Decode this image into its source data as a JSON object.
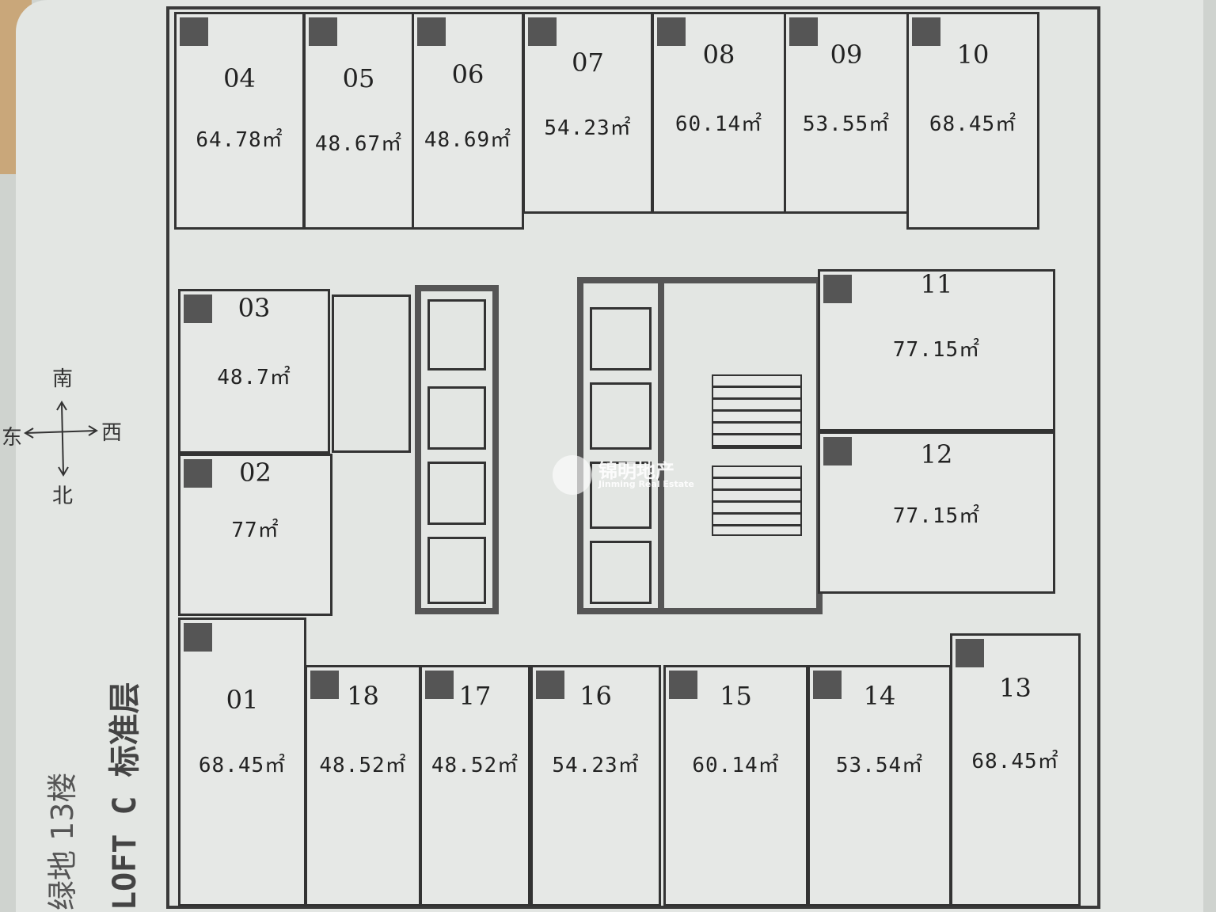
{
  "title": {
    "print": "LOFT C 标准层",
    "handwritten": "绿地 13楼"
  },
  "compass": {
    "south": "南",
    "north": "北",
    "east": "东",
    "west": "西"
  },
  "watermark": {
    "cn": "锦明地产",
    "en": "Jinming Real Estate"
  },
  "units": [
    {
      "id": "04",
      "area": "64.78㎡"
    },
    {
      "id": "05",
      "area": "48.67㎡"
    },
    {
      "id": "06",
      "area": "48.69㎡"
    },
    {
      "id": "07",
      "area": "54.23㎡"
    },
    {
      "id": "08",
      "area": "60.14㎡"
    },
    {
      "id": "09",
      "area": "53.55㎡"
    },
    {
      "id": "10",
      "area": "68.45㎡"
    },
    {
      "id": "03",
      "area": "48.7㎡"
    },
    {
      "id": "02",
      "area": "77㎡"
    },
    {
      "id": "11",
      "area": "77.15㎡"
    },
    {
      "id": "12",
      "area": "77.15㎡"
    },
    {
      "id": "01",
      "area": "68.45㎡"
    },
    {
      "id": "18",
      "area": "48.52㎡"
    },
    {
      "id": "17",
      "area": "48.52㎡"
    },
    {
      "id": "16",
      "area": "54.23㎡"
    },
    {
      "id": "15",
      "area": "60.14㎡"
    },
    {
      "id": "14",
      "area": "53.54㎡"
    },
    {
      "id": "13",
      "area": "68.45㎡"
    }
  ]
}
